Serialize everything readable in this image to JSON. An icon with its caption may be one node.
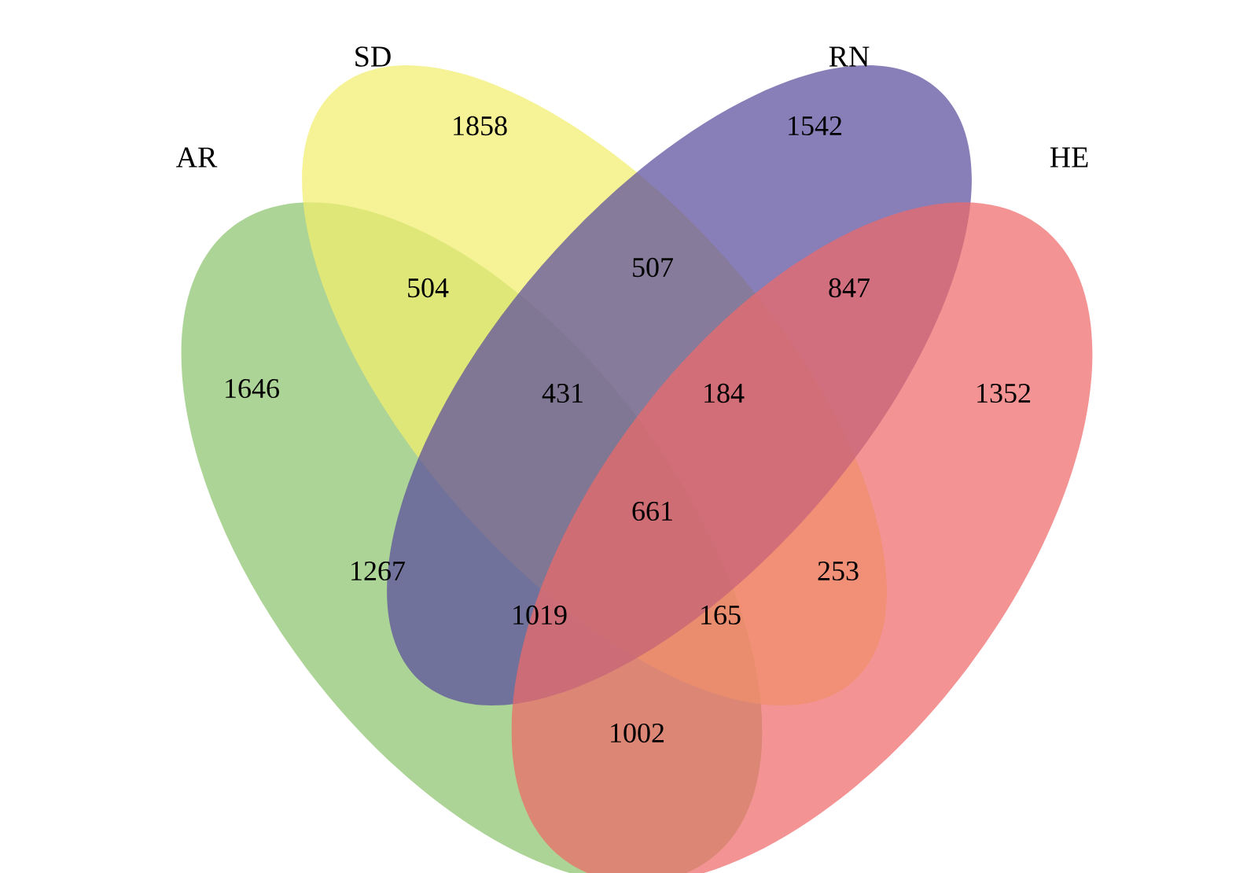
{
  "diagram": {
    "nodes": [
      {
        "text": [
          "AR"
        ]
      },
      {
        "text": [
          "SD"
        ]
      },
      {
        "text": [
          "RN"
        ]
      },
      {
        "text": [
          "HE"
        ]
      }
    ],
    "labels": [
      "1858",
      "1542",
      "504",
      "507",
      "847",
      "1646",
      "431",
      "184",
      "1352",
      "661",
      "1267",
      "253",
      "1019",
      "165",
      "1002"
    ]
  }
}
